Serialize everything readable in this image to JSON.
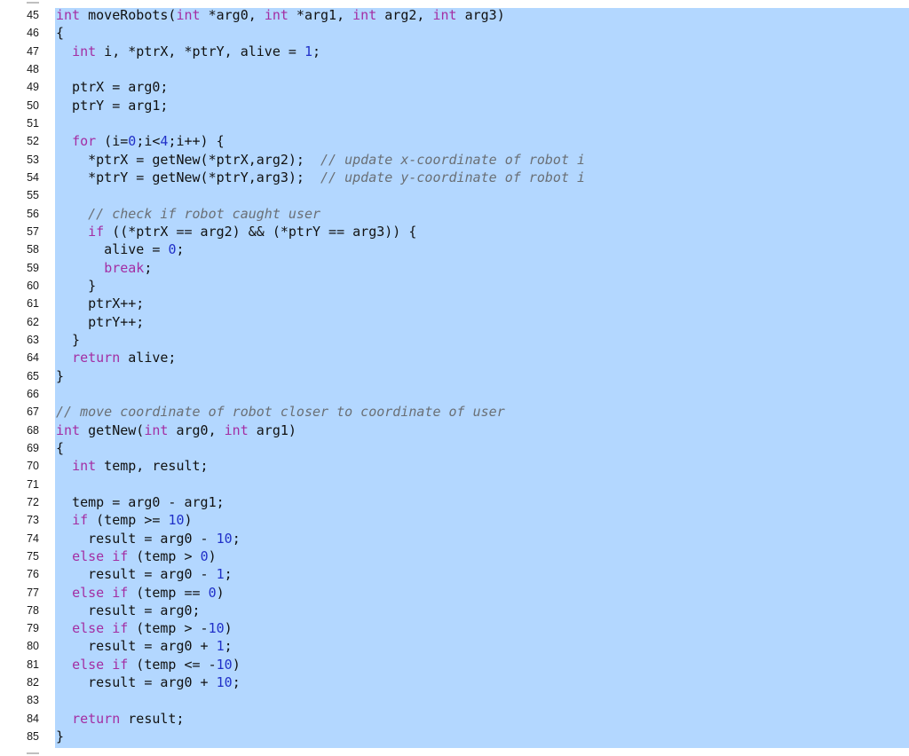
{
  "editor": {
    "colors": {
      "selection": "#b3d7ff",
      "keyword": "#a32ea3",
      "number": "#2030c8",
      "comment": "#6a6f75",
      "text": "#111111"
    },
    "lines": [
      {
        "num": "45",
        "tokens": [
          {
            "t": "kw",
            "v": "int"
          },
          {
            "t": "txt",
            "v": " moveRobots("
          },
          {
            "t": "kw",
            "v": "int"
          },
          {
            "t": "txt",
            "v": " *arg0, "
          },
          {
            "t": "kw",
            "v": "int"
          },
          {
            "t": "txt",
            "v": " *arg1, "
          },
          {
            "t": "kw",
            "v": "int"
          },
          {
            "t": "txt",
            "v": " arg2, "
          },
          {
            "t": "kw",
            "v": "int"
          },
          {
            "t": "txt",
            "v": " arg3)"
          }
        ]
      },
      {
        "num": "46",
        "tokens": [
          {
            "t": "txt",
            "v": "{"
          }
        ]
      },
      {
        "num": "47",
        "tokens": [
          {
            "t": "txt",
            "v": "  "
          },
          {
            "t": "kw",
            "v": "int"
          },
          {
            "t": "txt",
            "v": " i, *ptrX, *ptrY, alive = "
          },
          {
            "t": "num",
            "v": "1"
          },
          {
            "t": "txt",
            "v": ";"
          }
        ]
      },
      {
        "num": "48",
        "tokens": []
      },
      {
        "num": "49",
        "tokens": [
          {
            "t": "txt",
            "v": "  ptrX = arg0;"
          }
        ]
      },
      {
        "num": "50",
        "tokens": [
          {
            "t": "txt",
            "v": "  ptrY = arg1;"
          }
        ]
      },
      {
        "num": "51",
        "tokens": []
      },
      {
        "num": "52",
        "tokens": [
          {
            "t": "txt",
            "v": "  "
          },
          {
            "t": "kw",
            "v": "for"
          },
          {
            "t": "txt",
            "v": " (i="
          },
          {
            "t": "num",
            "v": "0"
          },
          {
            "t": "txt",
            "v": ";i<"
          },
          {
            "t": "num",
            "v": "4"
          },
          {
            "t": "txt",
            "v": ";i++) {"
          }
        ]
      },
      {
        "num": "53",
        "tokens": [
          {
            "t": "txt",
            "v": "    *ptrX = getNew(*ptrX,arg2);  "
          },
          {
            "t": "com",
            "v": "// update x-coordinate of robot i"
          }
        ]
      },
      {
        "num": "54",
        "tokens": [
          {
            "t": "txt",
            "v": "    *ptrY = getNew(*ptrY,arg3);  "
          },
          {
            "t": "com",
            "v": "// update y-coordinate of robot i"
          }
        ]
      },
      {
        "num": "55",
        "tokens": []
      },
      {
        "num": "56",
        "tokens": [
          {
            "t": "txt",
            "v": "    "
          },
          {
            "t": "com",
            "v": "// check if robot caught user"
          }
        ]
      },
      {
        "num": "57",
        "tokens": [
          {
            "t": "txt",
            "v": "    "
          },
          {
            "t": "kw",
            "v": "if"
          },
          {
            "t": "txt",
            "v": " ((*ptrX == arg2) && (*ptrY == arg3)) {"
          }
        ]
      },
      {
        "num": "58",
        "tokens": [
          {
            "t": "txt",
            "v": "      alive = "
          },
          {
            "t": "num",
            "v": "0"
          },
          {
            "t": "txt",
            "v": ";"
          }
        ]
      },
      {
        "num": "59",
        "tokens": [
          {
            "t": "txt",
            "v": "      "
          },
          {
            "t": "kw",
            "v": "break"
          },
          {
            "t": "txt",
            "v": ";"
          }
        ]
      },
      {
        "num": "60",
        "tokens": [
          {
            "t": "txt",
            "v": "    }"
          }
        ]
      },
      {
        "num": "61",
        "tokens": [
          {
            "t": "txt",
            "v": "    ptrX++;"
          }
        ]
      },
      {
        "num": "62",
        "tokens": [
          {
            "t": "txt",
            "v": "    ptrY++;"
          }
        ]
      },
      {
        "num": "63",
        "tokens": [
          {
            "t": "txt",
            "v": "  }"
          }
        ]
      },
      {
        "num": "64",
        "tokens": [
          {
            "t": "txt",
            "v": "  "
          },
          {
            "t": "kw",
            "v": "return"
          },
          {
            "t": "txt",
            "v": " alive;"
          }
        ]
      },
      {
        "num": "65",
        "tokens": [
          {
            "t": "txt",
            "v": "}"
          }
        ]
      },
      {
        "num": "66",
        "tokens": []
      },
      {
        "num": "67",
        "tokens": [
          {
            "t": "com",
            "v": "// move coordinate of robot closer to coordinate of user"
          }
        ]
      },
      {
        "num": "68",
        "tokens": [
          {
            "t": "kw",
            "v": "int"
          },
          {
            "t": "txt",
            "v": " getNew("
          },
          {
            "t": "kw",
            "v": "int"
          },
          {
            "t": "txt",
            "v": " arg0, "
          },
          {
            "t": "kw",
            "v": "int"
          },
          {
            "t": "txt",
            "v": " arg1)"
          }
        ]
      },
      {
        "num": "69",
        "tokens": [
          {
            "t": "txt",
            "v": "{"
          }
        ]
      },
      {
        "num": "70",
        "tokens": [
          {
            "t": "txt",
            "v": "  "
          },
          {
            "t": "kw",
            "v": "int"
          },
          {
            "t": "txt",
            "v": " temp, result;"
          }
        ]
      },
      {
        "num": "71",
        "tokens": []
      },
      {
        "num": "72",
        "tokens": [
          {
            "t": "txt",
            "v": "  temp = arg0 - arg1;"
          }
        ]
      },
      {
        "num": "73",
        "tokens": [
          {
            "t": "txt",
            "v": "  "
          },
          {
            "t": "kw",
            "v": "if"
          },
          {
            "t": "txt",
            "v": " (temp >= "
          },
          {
            "t": "num",
            "v": "10"
          },
          {
            "t": "txt",
            "v": ")"
          }
        ]
      },
      {
        "num": "74",
        "tokens": [
          {
            "t": "txt",
            "v": "    result = arg0 - "
          },
          {
            "t": "num",
            "v": "10"
          },
          {
            "t": "txt",
            "v": ";"
          }
        ]
      },
      {
        "num": "75",
        "tokens": [
          {
            "t": "txt",
            "v": "  "
          },
          {
            "t": "kw",
            "v": "else if"
          },
          {
            "t": "txt",
            "v": " (temp > "
          },
          {
            "t": "num",
            "v": "0"
          },
          {
            "t": "txt",
            "v": ")"
          }
        ]
      },
      {
        "num": "76",
        "tokens": [
          {
            "t": "txt",
            "v": "    result = arg0 - "
          },
          {
            "t": "num",
            "v": "1"
          },
          {
            "t": "txt",
            "v": ";"
          }
        ]
      },
      {
        "num": "77",
        "tokens": [
          {
            "t": "txt",
            "v": "  "
          },
          {
            "t": "kw",
            "v": "else if"
          },
          {
            "t": "txt",
            "v": " (temp == "
          },
          {
            "t": "num",
            "v": "0"
          },
          {
            "t": "txt",
            "v": ")"
          }
        ]
      },
      {
        "num": "78",
        "tokens": [
          {
            "t": "txt",
            "v": "    result = arg0;"
          }
        ]
      },
      {
        "num": "79",
        "tokens": [
          {
            "t": "txt",
            "v": "  "
          },
          {
            "t": "kw",
            "v": "else if"
          },
          {
            "t": "txt",
            "v": " (temp > -"
          },
          {
            "t": "num",
            "v": "10"
          },
          {
            "t": "txt",
            "v": ")"
          }
        ]
      },
      {
        "num": "80",
        "tokens": [
          {
            "t": "txt",
            "v": "    result = arg0 + "
          },
          {
            "t": "num",
            "v": "1"
          },
          {
            "t": "txt",
            "v": ";"
          }
        ]
      },
      {
        "num": "81",
        "tokens": [
          {
            "t": "txt",
            "v": "  "
          },
          {
            "t": "kw",
            "v": "else if"
          },
          {
            "t": "txt",
            "v": " (temp <= -"
          },
          {
            "t": "num",
            "v": "10"
          },
          {
            "t": "txt",
            "v": ")"
          }
        ]
      },
      {
        "num": "82",
        "tokens": [
          {
            "t": "txt",
            "v": "    result = arg0 + "
          },
          {
            "t": "num",
            "v": "10"
          },
          {
            "t": "txt",
            "v": ";"
          }
        ]
      },
      {
        "num": "83",
        "tokens": []
      },
      {
        "num": "84",
        "tokens": [
          {
            "t": "txt",
            "v": "  "
          },
          {
            "t": "kw",
            "v": "return"
          },
          {
            "t": "txt",
            "v": " result;"
          }
        ]
      },
      {
        "num": "85",
        "tokens": [
          {
            "t": "txt",
            "v": "}"
          }
        ]
      }
    ]
  }
}
